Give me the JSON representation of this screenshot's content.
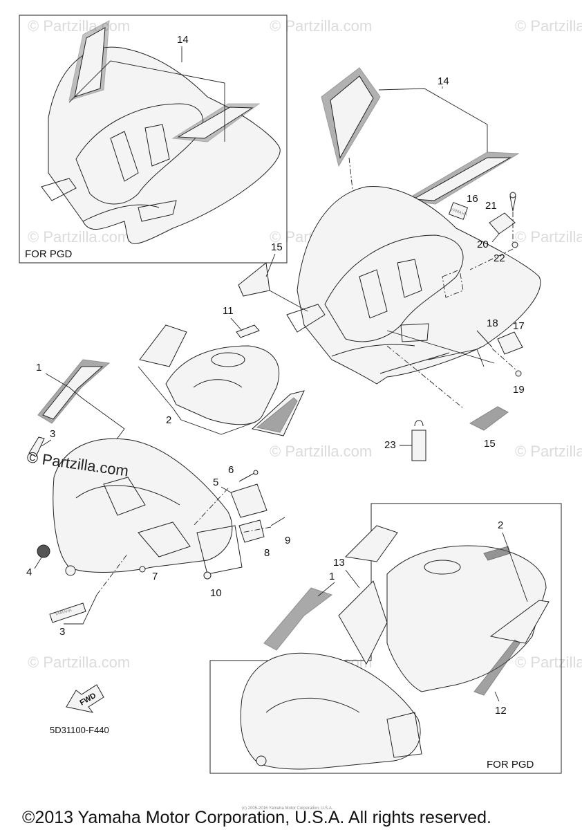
{
  "watermark": {
    "text": "© Partzilla.com",
    "logo": "© Partzilla.com"
  },
  "boxes": {
    "top_left_label": "FOR PGD",
    "bottom_right_label": "FOR PGD"
  },
  "callouts": {
    "c1": "1",
    "c2": "2",
    "c3": "3",
    "c4": "4",
    "c5": "5",
    "c6": "6",
    "c7": "7",
    "c8": "8",
    "c9": "9",
    "c10": "10",
    "c11": "11",
    "c12": "12",
    "c13": "13",
    "c14": "14",
    "c15": "15",
    "c16": "16",
    "c17": "17",
    "c18": "18",
    "c19": "19",
    "c20": "20",
    "c21": "21",
    "c22": "22",
    "c23": "23"
  },
  "fwd_label": "FWD",
  "decal_text": "YAMAHA",
  "diagram_code": "5D31100-F440",
  "small_copyright": "(c) 2005-2016 Yamaha Motor Corporation, U.S.A.",
  "copyright": "©2013 Yamaha Motor Corporation, U.S.A. All rights reserved."
}
